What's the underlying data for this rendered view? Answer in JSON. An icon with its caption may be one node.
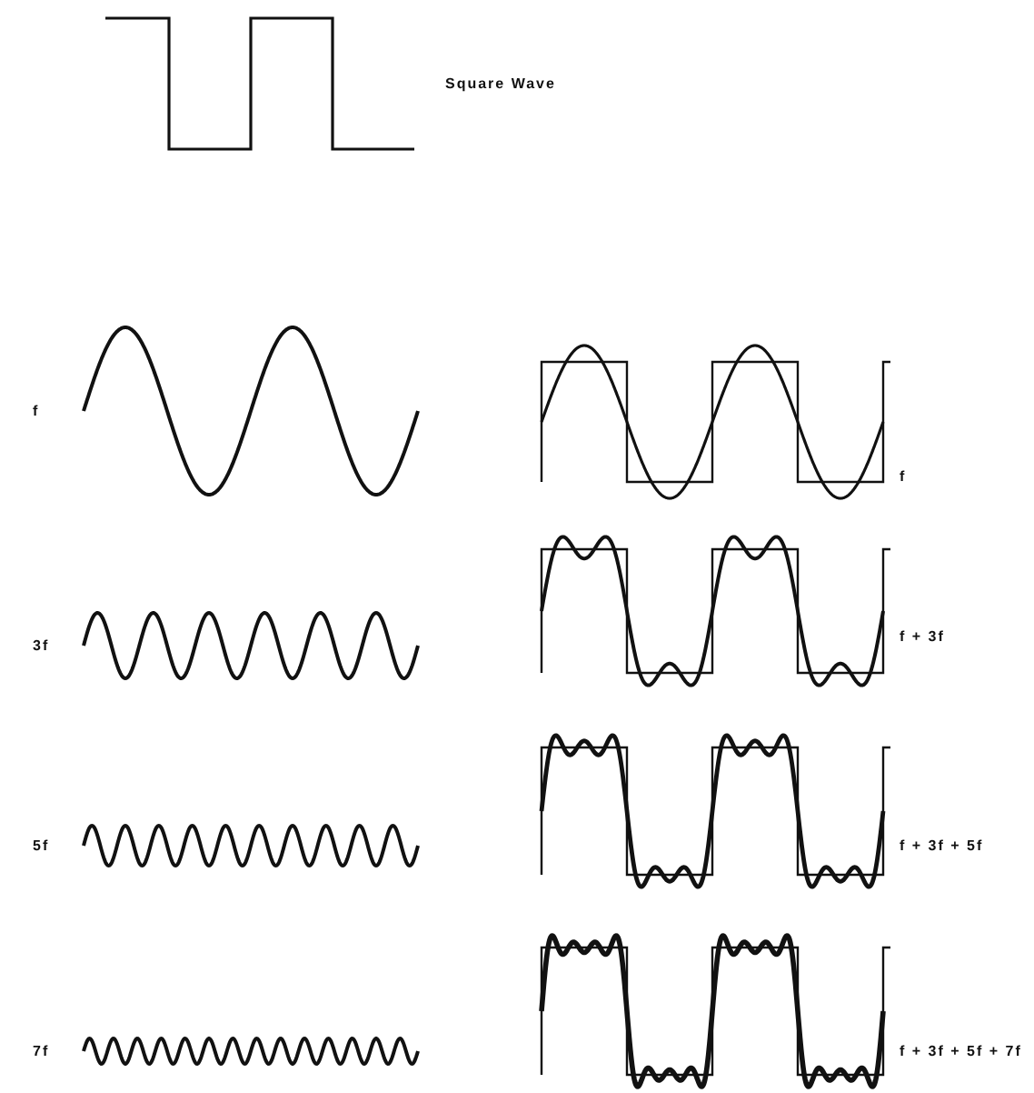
{
  "diagram": {
    "labels": [
      "Square Wave",
      "f",
      "f",
      "3f",
      "f + 3f",
      "5f",
      "f + 3f + 5f",
      "7f",
      "f + 3f + 5f + 7f"
    ]
  }
}
